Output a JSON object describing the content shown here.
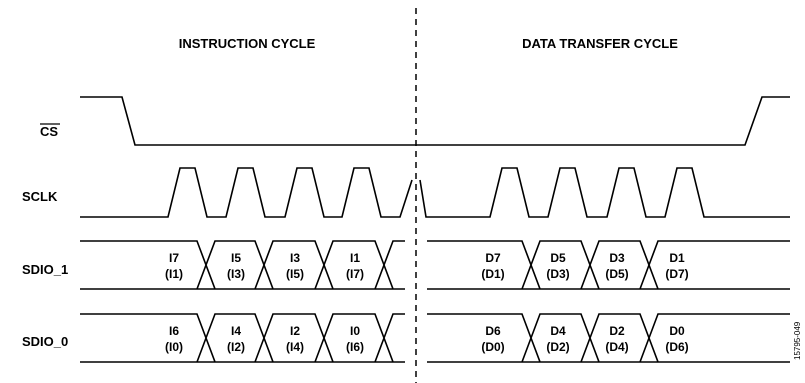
{
  "headers": {
    "instruction": "INSTRUCTION CYCLE",
    "data_transfer": "DATA TRANSFER CYCLE"
  },
  "signals": {
    "cs": "CS",
    "sclk": "SCLK",
    "sdio1": "SDIO_1",
    "sdio0": "SDIO_0"
  },
  "sdio1_cells": [
    {
      "top": "I7",
      "bottom": "(I1)"
    },
    {
      "top": "I5",
      "bottom": "(I3)"
    },
    {
      "top": "I3",
      "bottom": "(I5)"
    },
    {
      "top": "I1",
      "bottom": "(I7)"
    },
    {
      "top": "D7",
      "bottom": "(D1)"
    },
    {
      "top": "D5",
      "bottom": "(D3)"
    },
    {
      "top": "D3",
      "bottom": "(D5)"
    },
    {
      "top": "D1",
      "bottom": "(D7)"
    }
  ],
  "sdio0_cells": [
    {
      "top": "I6",
      "bottom": "(I0)"
    },
    {
      "top": "I4",
      "bottom": "(I2)"
    },
    {
      "top": "I2",
      "bottom": "(I4)"
    },
    {
      "top": "I0",
      "bottom": "(I6)"
    },
    {
      "top": "D6",
      "bottom": "(D0)"
    },
    {
      "top": "D4",
      "bottom": "(D2)"
    },
    {
      "top": "D2",
      "bottom": "(D4)"
    },
    {
      "top": "D0",
      "bottom": "(D6)"
    }
  ],
  "figure_id": "15795-049"
}
